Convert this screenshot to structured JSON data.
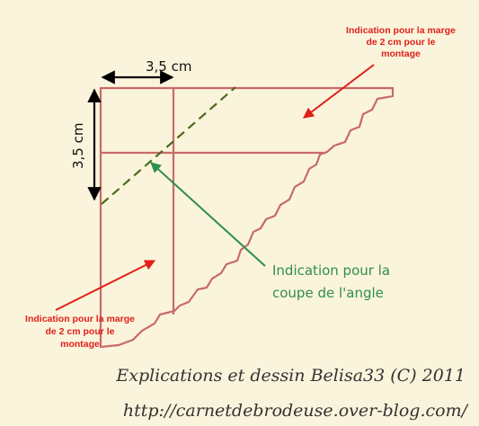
{
  "dimensions": {
    "width_label": "3,5 cm",
    "height_label": "3,5 cm"
  },
  "annotations": {
    "top_right": {
      "line1": "Indication pour la marge",
      "line2": "de 2 cm pour le",
      "line3": "montage"
    },
    "bottom_left": {
      "line1": "Indication pour la marge",
      "line2": "de 2 cm pour le",
      "line3": "montage"
    },
    "angle_cut": {
      "line1": "Indication pour la",
      "line2": "coupe de l'angle"
    }
  },
  "credits": {
    "line1": "Explications et dessin Belisa33 (C) 2011",
    "line2": "http://carnetdebrodeuse.over-blog.com/"
  },
  "colors": {
    "background": "#fbf4dc",
    "outline": "#c86a6a",
    "dimension_arrows": "#000000",
    "red_arrows": "#e0201a",
    "green_arrow": "#2f8f48",
    "dashed_line": "#4a6a1e"
  }
}
